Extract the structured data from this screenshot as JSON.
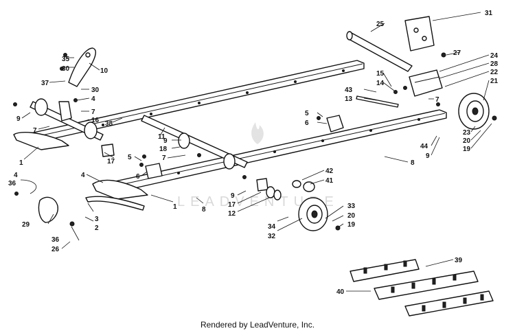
{
  "diagram": {
    "callouts": [
      "1",
      "2",
      "3",
      "4",
      "5",
      "6",
      "7",
      "8",
      "9",
      "10",
      "11",
      "12",
      "13",
      "14",
      "15",
      "16",
      "17",
      "18",
      "19",
      "20",
      "21",
      "22",
      "23",
      "24",
      "25",
      "26",
      "27",
      "28",
      "29",
      "30",
      "31",
      "32",
      "33",
      "34",
      "35",
      "36",
      "37",
      "38",
      "39",
      "40",
      "41",
      "42",
      "43",
      "44"
    ],
    "watermark": "LEADVENTURE"
  },
  "footer": {
    "credit": "Rendered by LeadVenture, Inc."
  },
  "colors": {
    "ink": "#111111",
    "paper": "#ffffff",
    "watermark": "#d9d9d9"
  }
}
